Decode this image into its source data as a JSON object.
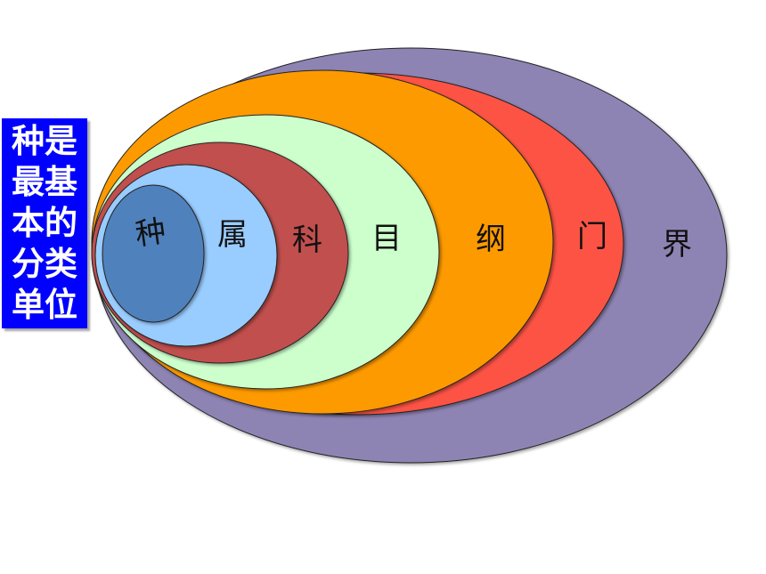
{
  "side_label": {
    "lines": [
      "种是",
      "最基",
      "本的",
      "分类",
      "单位"
    ],
    "background": "#0000ff",
    "text_color": "#ffffff"
  },
  "ranks": [
    {
      "id": "jie",
      "label": "界",
      "color": "#8e84b4"
    },
    {
      "id": "men",
      "label": "门",
      "color": "#fc5244"
    },
    {
      "id": "gang",
      "label": "纲",
      "color": "#fd9a00"
    },
    {
      "id": "mu",
      "label": "目",
      "color": "#ccffcc"
    },
    {
      "id": "ke",
      "label": "科",
      "color": "#c0504d"
    },
    {
      "id": "shu",
      "label": "属",
      "color": "#99ccff"
    },
    {
      "id": "zhong",
      "label": "种",
      "color": "#4f81bd"
    }
  ]
}
